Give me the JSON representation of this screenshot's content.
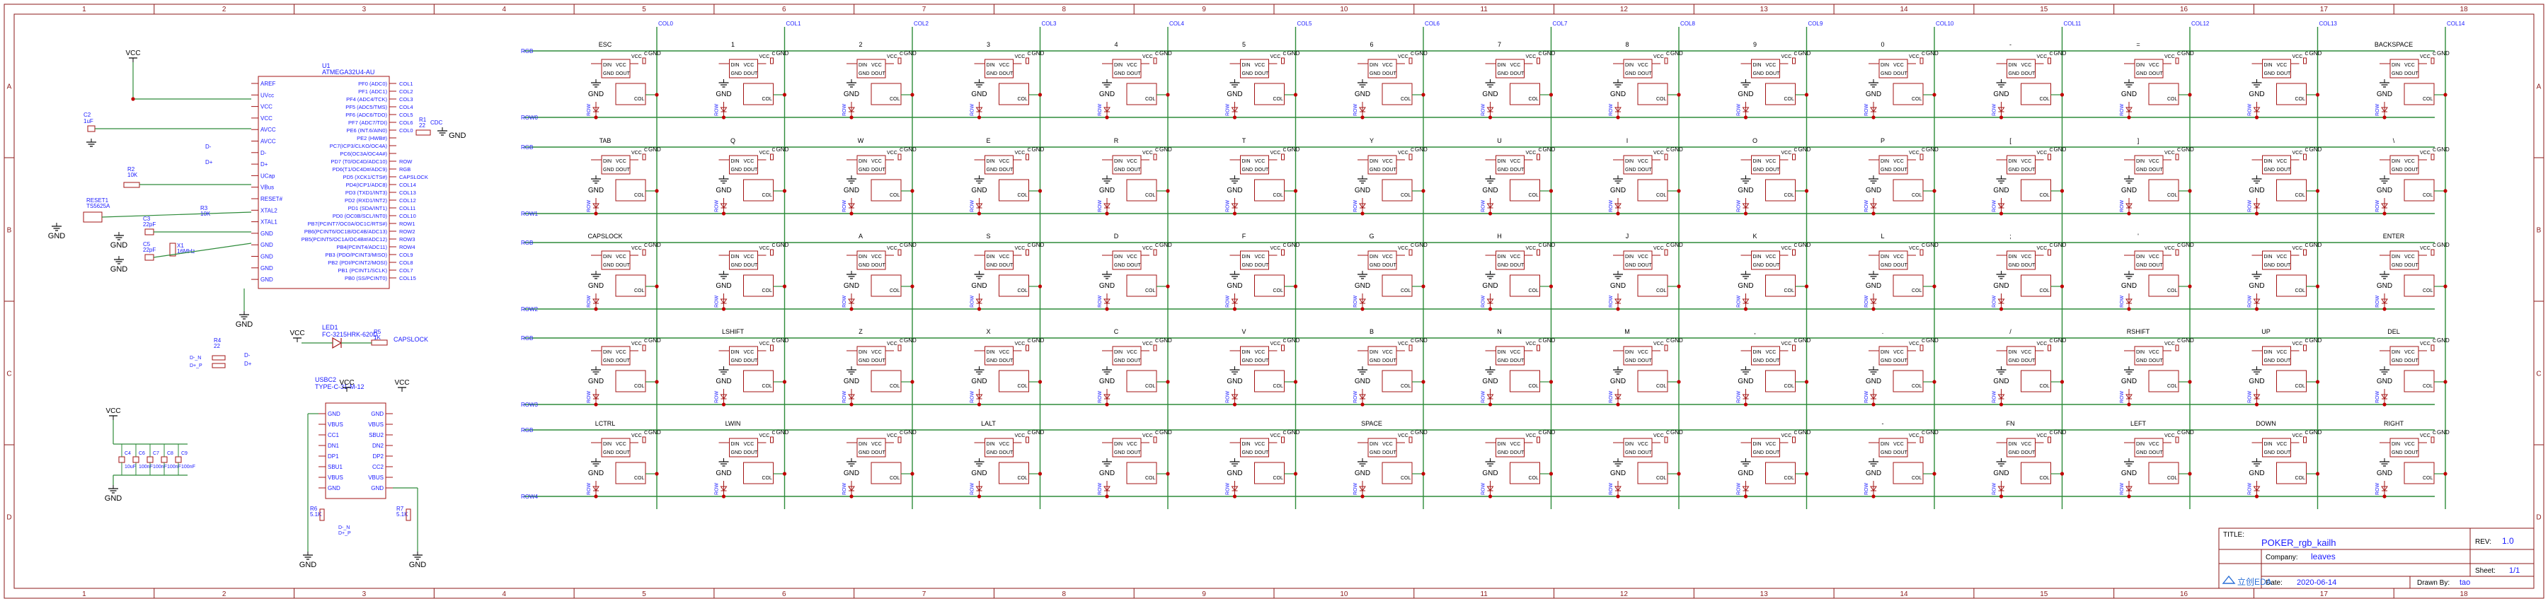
{
  "frame": {
    "columns": [
      "1",
      "2",
      "3",
      "4",
      "5",
      "6",
      "7",
      "8",
      "9",
      "10",
      "11",
      "12",
      "13",
      "14",
      "15",
      "16",
      "17",
      "18"
    ],
    "rows": [
      "A",
      "B",
      "C",
      "D"
    ]
  },
  "mcu": {
    "ref": "U1",
    "part": "ATMEGA32U4-AU",
    "left_pins": [
      "AREF",
      "UVcc",
      "VCC",
      "VCC",
      "AVCC",
      "AVCC",
      "D-",
      "D+",
      "UCap",
      "VBus",
      "RESET#",
      "XTAL2",
      "XTAL1",
      "GND",
      "GND",
      "GND",
      "GND",
      "GND"
    ],
    "right_pins": [
      "PF0 (ADC0)",
      "PF1 (ADC1)",
      "PF4 (ADC4/TCK)",
      "PF5 (ADC5/TMS)",
      "PF6 (ADC6/TDO)",
      "PF7 (ADC7/TDI)",
      "PE6 (INT.6/AIN0)",
      "PE2 (HWB#)",
      "PC7(ICP3/CLKO/OC4A)",
      "PC6(OC3A/OC4A#)",
      "PD7 (T0/OC4D/ADC10)",
      "PD6(T1/OC4D#/ADC9)",
      "PD5 (XCK1/CTS#)",
      "PD4(ICP1/ADC8)",
      "PD3 (TXD1/INT3)",
      "PD2 (RXD1/INT2)",
      "PD1 (SDA/INT1)",
      "PD0 (OC0B/SCL/INT0)",
      "PB7(PCINT7/OC0A/OC1C/RTS#)",
      "PB6(PCINT6/OC1B/OC4B/ADC13)",
      "PB5(PCINT5/OC1A/OC4B#/ADC12)",
      "PB4(PCINT4/ADC11)",
      "PB3 (PDO/PCINT3/MISO)",
      "PB2 (PDI/PCINT2/MOSI)",
      "PB1 (PCINT1/SCLK)",
      "PB0 (SS/PCINT0)"
    ],
    "right_nets": [
      "COL1",
      "COL2",
      "COL3",
      "COL4",
      "COL5",
      "COL6",
      "COL0",
      "",
      "",
      "",
      "ROW",
      "RGB",
      "CAPSLOCK",
      "COL14",
      "COL13",
      "COL12",
      "COL11",
      "COL10",
      "ROW1",
      "ROW2",
      "ROW3",
      "ROW4",
      "COL9",
      "COL8",
      "COL7",
      "COL15"
    ]
  },
  "support": {
    "vcc": "VCC",
    "gnd": "GND",
    "c2": "C2",
    "c2_val": "1uF",
    "r2": "R2",
    "r2_val": "10K",
    "reset": "RESET1",
    "reset_part": "TS5625A",
    "c3": "C3",
    "c3_val": "22pF",
    "c5": "C5",
    "c5_val": "22pF",
    "x1": "X1",
    "x1_val": "16MHz",
    "r3": "R3",
    "r3_val": "10K",
    "r1": "R1",
    "r1_val": "22",
    "dm": "D-",
    "dp": "D+",
    "hwb_net": "CDC",
    "led": "LED1",
    "led_part": "FC-3215HRK-620D",
    "r5": "R5",
    "r5_val": "1K",
    "capslock_net": "CAPSLOCK",
    "r4": "R4",
    "r4_val": "22",
    "dminus_n": "D-_N",
    "dplus_n": "D+_P",
    "usb": "USBC2",
    "usb_part": "TYPE-C-31-M-12",
    "usb_left": [
      "GND",
      "VBUS",
      "CC1",
      "DN1",
      "DP1",
      "SBU1",
      "VBUS",
      "GND"
    ],
    "usb_right": [
      "GND",
      "VBUS",
      "SBU2",
      "DN2",
      "DP2",
      "CC2",
      "VBUS",
      "GND"
    ],
    "r6": "R6",
    "r6_val": "5.1K",
    "r7": "R7",
    "r7_val": "5.1K",
    "caps": [
      {
        "ref": "C4",
        "val": "10uF"
      },
      {
        "ref": "C6",
        "val": "100nF"
      },
      {
        "ref": "C7",
        "val": "100nF"
      },
      {
        "ref": "C8",
        "val": "100nF"
      },
      {
        "ref": "C9",
        "val": "100nF"
      }
    ]
  },
  "matrix": {
    "col_labels": [
      "COL0",
      "COL1",
      "COL2",
      "COL3",
      "COL4",
      "COL5",
      "COL6",
      "COL7",
      "COL8",
      "COL9",
      "COL10",
      "COL11",
      "COL12",
      "COL13",
      "COL14"
    ],
    "row_nets": [
      "ROW0",
      "ROW1",
      "ROW2",
      "ROW3",
      "ROW4"
    ],
    "rgb_nets": [
      "RGB",
      "RGB",
      "RGB",
      "RGB",
      "RGB"
    ],
    "pin_labels": {
      "din": "DIN",
      "vcc": "VCC",
      "dout": "DOUT",
      "col": "COL",
      "row": "ROW",
      "gnd": "GND",
      "c": "C"
    },
    "keys": [
      [
        "ESC",
        "1",
        "2",
        "3",
        "4",
        "5",
        "6",
        "7",
        "8",
        "9",
        "0",
        "-",
        "=",
        "",
        "BACKSPACE"
      ],
      [
        "TAB",
        "Q",
        "W",
        "E",
        "R",
        "T",
        "Y",
        "U",
        "I",
        "O",
        "P",
        "[",
        "]",
        "",
        "\\"
      ],
      [
        "CAPSLOCK",
        "",
        "A",
        "S",
        "D",
        "F",
        "G",
        "H",
        "J",
        "K",
        "L",
        ";",
        "'",
        "",
        "ENTER"
      ],
      [
        "",
        "LSHIFT",
        "Z",
        "X",
        "C",
        "V",
        "B",
        "N",
        "M",
        ",",
        ".",
        "/",
        "RSHIFT",
        "UP",
        "DEL"
      ],
      [
        "LCTRL",
        "LWIN",
        "",
        "LALT",
        "",
        "",
        "SPACE",
        "",
        "",
        "",
        "-",
        "FN",
        "LEFT",
        "DOWN",
        "RIGHT"
      ]
    ]
  },
  "title_block": {
    "title_label": "TITLE:",
    "title": "POKER_rgb_kailh",
    "rev_label": "REV:",
    "rev": "1.0",
    "company_label": "Company:",
    "company": "leaves",
    "sheet_label": "Sheet:",
    "sheet": "1/1",
    "date_label": "Date:",
    "date": "2020-06-14",
    "drawn_label": "Drawn By:",
    "drawn": "tao",
    "logo": "立创EDA"
  }
}
